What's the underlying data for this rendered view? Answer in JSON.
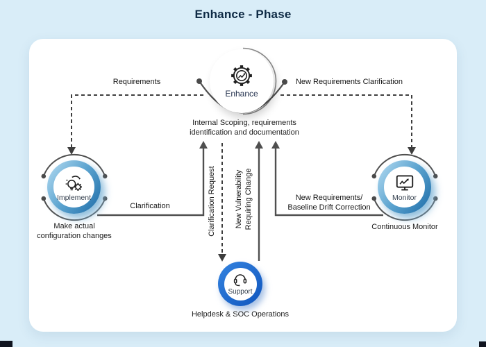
{
  "title": "Enhance - Phase",
  "colors": {
    "background": "#d9edf8",
    "card": "#ffffff",
    "title_text": "#0e2a45",
    "connector": "#4a4a4a",
    "node_ring_blue": "#1c6ba7",
    "support_ring_blue": "#1f6fd2"
  },
  "nodes": {
    "enhance": {
      "label": "Enhance",
      "icon": "gear-trend-icon",
      "caption": "Internal Scoping, requirements\nidentification and documentation"
    },
    "implement": {
      "label": "Implement",
      "icon": "bulb-gear-icon",
      "caption": "Make actual\nconfiguration changes"
    },
    "monitor": {
      "label": "Monitor",
      "icon": "monitor-trend-icon",
      "caption": "Continuous Monitor"
    },
    "support": {
      "label": "Support",
      "icon": "headset-icon",
      "caption": "Helpdesk & SOC Operations"
    }
  },
  "edges": {
    "requirements": {
      "label": "Requirements",
      "style": "dashed",
      "from": "enhance",
      "to": "implement"
    },
    "new_requirements_clarification": {
      "label": "New Requirements Clarification",
      "style": "dashed",
      "from": "enhance",
      "to": "monitor"
    },
    "clarification": {
      "label": "Clarification",
      "style": "solid",
      "from": "implement",
      "to": "enhance"
    },
    "clarification_request": {
      "label": "Clarification Request",
      "style": "dashed",
      "from": "enhance",
      "to": "support"
    },
    "new_vulnerability": {
      "label": "New Vulnerability\nRequiring Change",
      "style": "solid",
      "from": "support",
      "to": "enhance"
    },
    "baseline_drift": {
      "label": "New Requirements/\nBaseline Drift Correction",
      "style": "solid",
      "from": "monitor",
      "to": "enhance"
    }
  }
}
